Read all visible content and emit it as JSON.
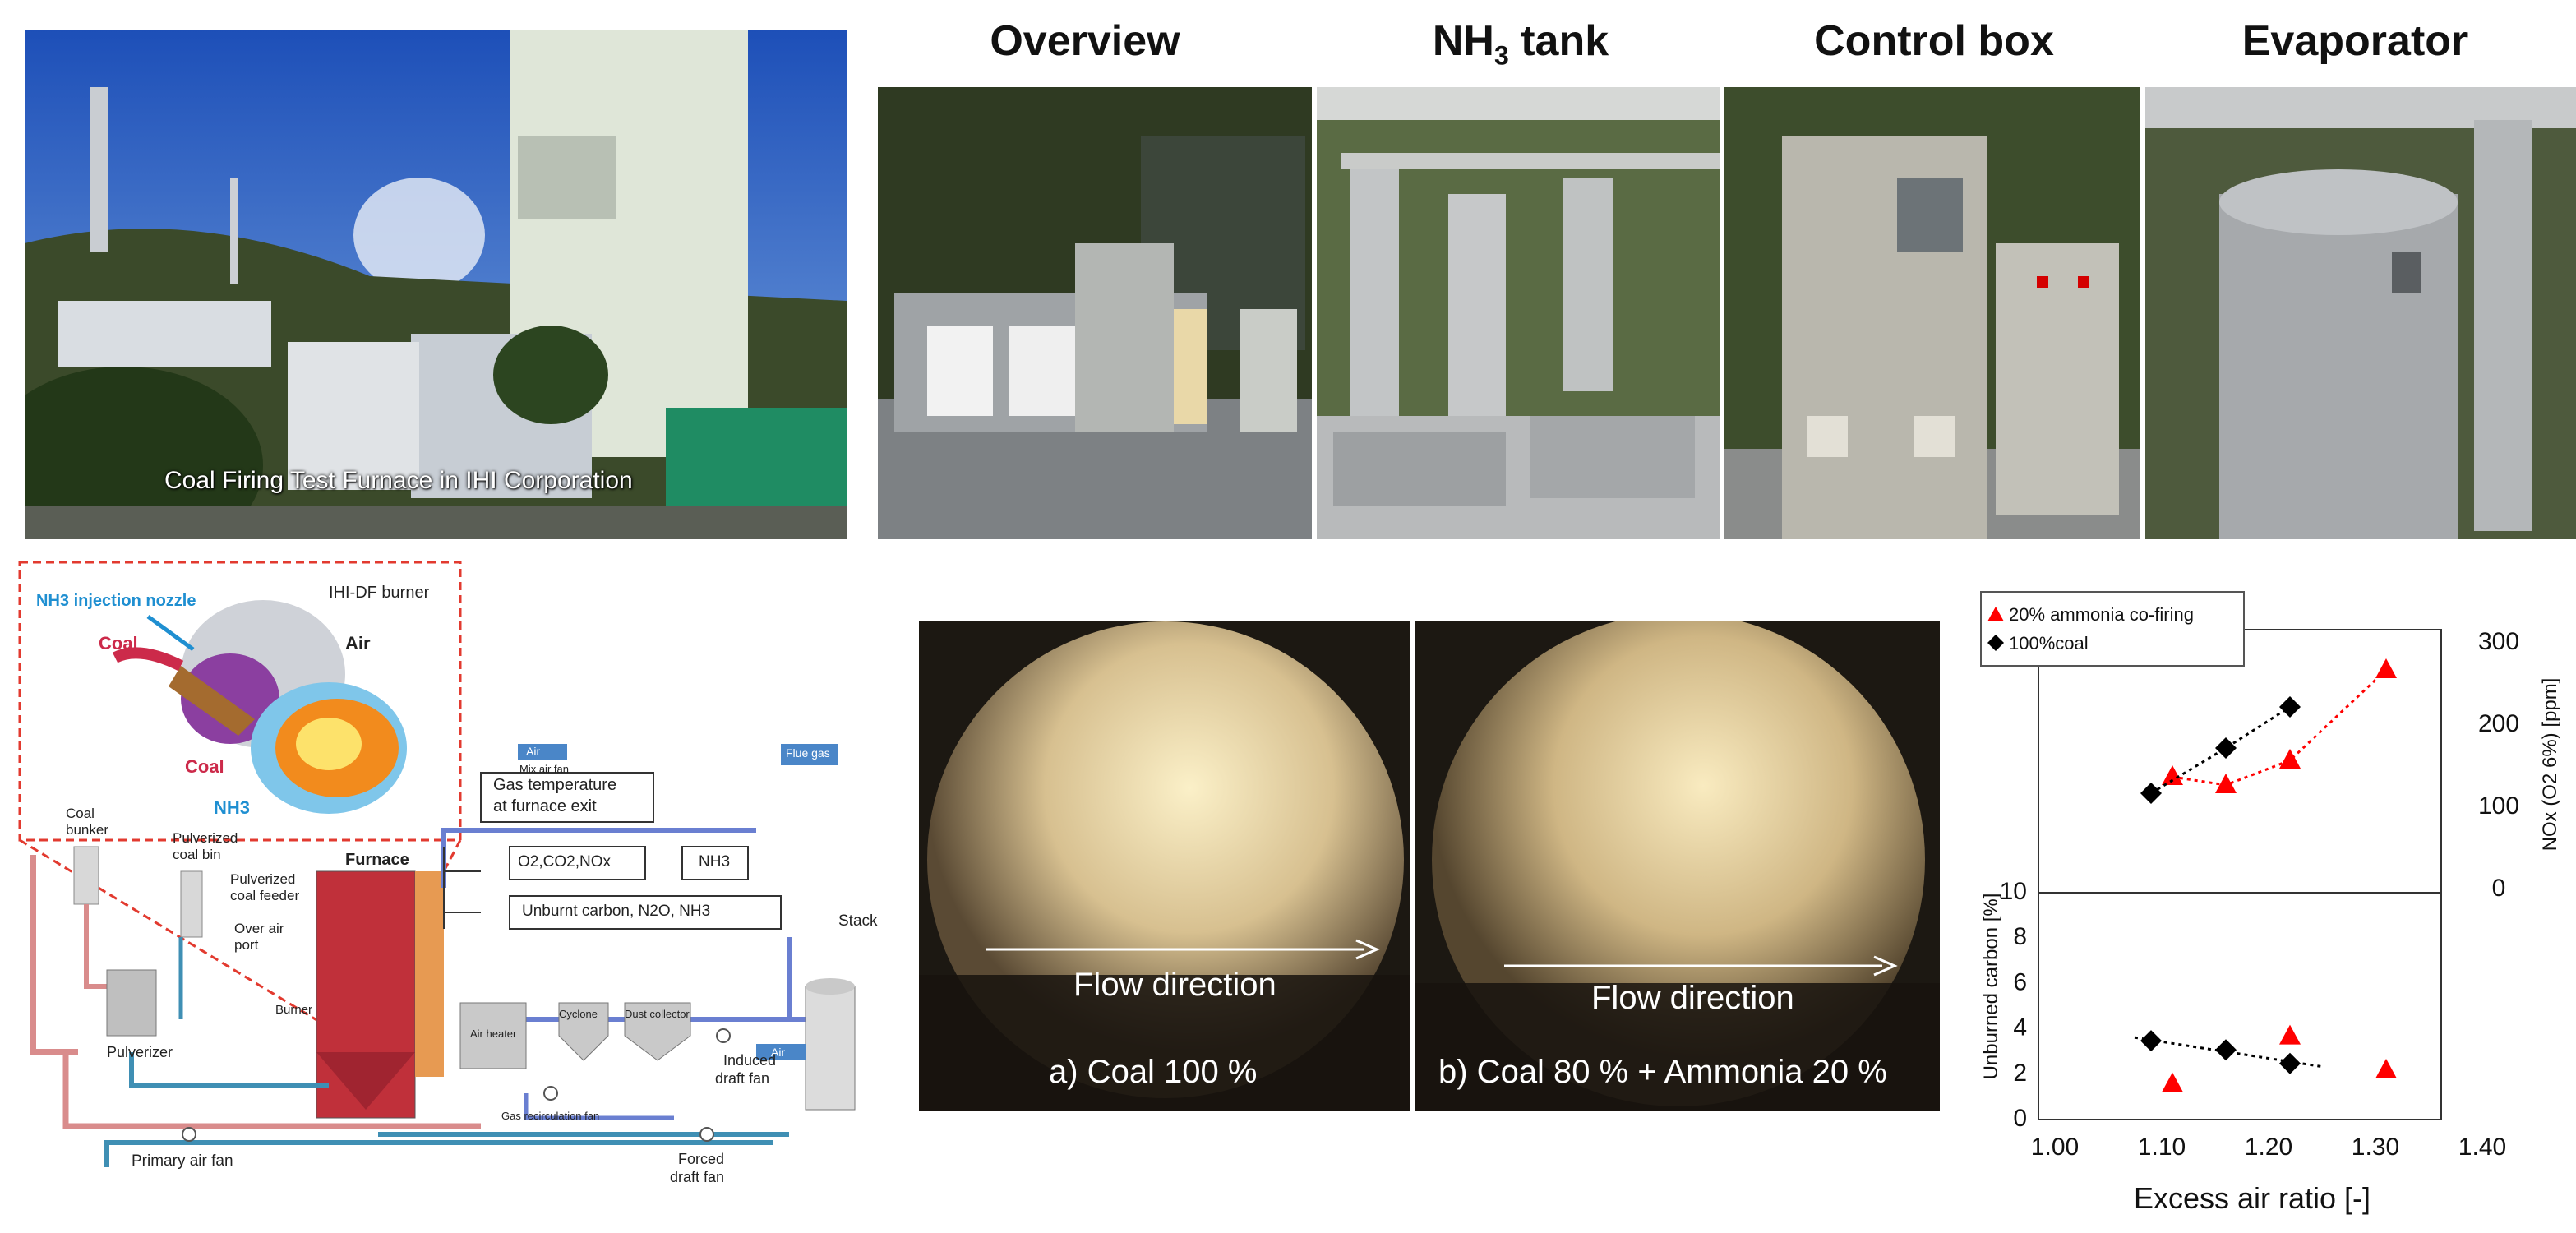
{
  "photos": {
    "furnace_caption": "Coal Firing Test Furnace in IHI Corporation",
    "headers": [
      "Overview",
      "NH",
      "3",
      " tank",
      "Control box",
      "Evaporator"
    ]
  },
  "flame": {
    "flow_label": "Flow direction",
    "panel_a": "a) Coal 100 %",
    "panel_b": "b) Coal 80 % + Ammonia 20 %"
  },
  "diagram": {
    "nh3_nozzle": "NH3 injection nozzle",
    "ihi_burner": "IHI-DF burner",
    "coal1": "Coal",
    "air": "Air",
    "coal2": "Coal",
    "nh3_label": "NH3",
    "gas_temp_1": "Gas temperature",
    "gas_temp_2": "at furnace exit",
    "coal_bunker_1": "Coal",
    "coal_bunker_2": "bunker",
    "pulv_bin_1": "Pulverized",
    "pulv_bin_2": "coal bin",
    "furnace": "Furnace",
    "gases": "O2,CO2,NOx",
    "nh3_box": "NH3",
    "flue_gas": "Flue gas",
    "stack": "Stack",
    "feeder_1": "Pulverized",
    "feeder_2": "coal feeder",
    "over_air_1": "Over air",
    "over_air_2": "port",
    "unburnt": "Unburnt carbon, N2O, NH3",
    "burner": "Burner",
    "pulverizer": "Pulverizer",
    "air_heater": "Air heater",
    "cyclone": "Cyclone",
    "dust_collector": "Dust collector",
    "induced_1": "Induced",
    "induced_2": "draft fan",
    "mix_air_fan": "Mix air fan",
    "gas_recirc": "Gas recirculation fan",
    "primary_air_fan": "Primary air fan",
    "forced_1": "Forced",
    "forced_2": "draft fan",
    "air_tag1": "Air",
    "air_tag2": "Air"
  },
  "chart_data": [
    {
      "type": "scatter",
      "title": "",
      "xlabel": "Excess air ratio [-]",
      "ylabel": "NOx (O2 6%) [ppm]",
      "xlim": [
        1.0,
        1.4
      ],
      "ylim": [
        0,
        300
      ],
      "yticks": [
        "300",
        "200",
        "100",
        "0"
      ],
      "legend_position": "top-left",
      "series": [
        {
          "name": "20% ammonia co-firing",
          "marker": "triangle",
          "color": "#ff0000",
          "x": [
            1.11,
            1.16,
            1.22,
            1.31
          ],
          "y": [
            135,
            125,
            155,
            265
          ]
        },
        {
          "name": "100%coal",
          "marker": "diamond",
          "color": "#000000",
          "x": [
            1.09,
            1.16,
            1.22
          ],
          "y": [
            115,
            170,
            220
          ]
        }
      ]
    },
    {
      "type": "scatter",
      "title": "",
      "xlabel": "Excess air ratio [-]",
      "ylabel": "Unburned carbon [%]",
      "xlim": [
        1.0,
        1.4
      ],
      "ylim": [
        0,
        10
      ],
      "xticks": [
        "1.00",
        "1.10",
        "1.20",
        "1.30",
        "1.40"
      ],
      "yticks": [
        "10",
        "8",
        "6",
        "4",
        "2",
        "0"
      ],
      "series": [
        {
          "name": "20% ammonia co-firing",
          "marker": "triangle",
          "color": "#ff0000",
          "x": [
            1.11,
            1.22,
            1.31
          ],
          "y": [
            1.5,
            3.6,
            2.1
          ]
        },
        {
          "name": "100%coal",
          "marker": "diamond",
          "color": "#000000",
          "x": [
            1.09,
            1.16,
            1.22
          ],
          "y": [
            3.4,
            3.0,
            2.4
          ]
        }
      ]
    }
  ]
}
